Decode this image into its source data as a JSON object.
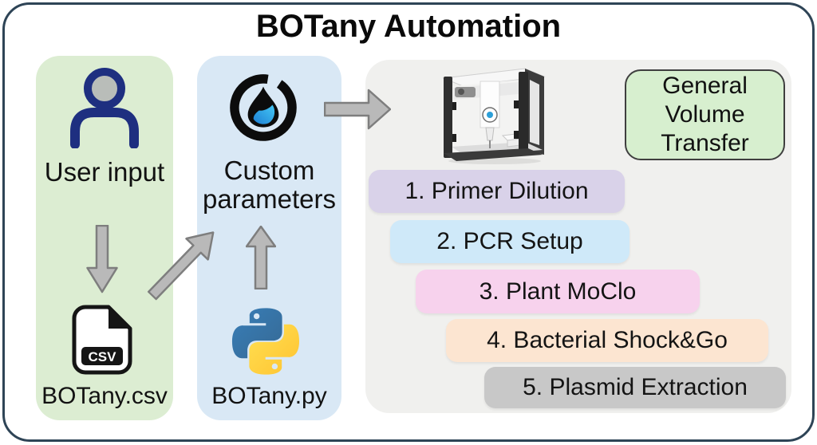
{
  "title": "BOTany Automation",
  "left_panel": {
    "label": "User input",
    "file_label": "BOTany.csv",
    "csv_badge": "CSV"
  },
  "middle_panel": {
    "label": "Custom parameters",
    "file_label": "BOTany.py"
  },
  "right_panel": {
    "badge_label": "General Volume Transfer",
    "steps": [
      "1. Primer Dilution",
      "2. PCR Setup",
      "3. Plant MoClo",
      "4. Bacterial Shock&Go",
      "5. Plasmid Extraction"
    ]
  },
  "colors": {
    "frame_border": "#2e4456",
    "panel_green": "#dcedd2",
    "panel_blue": "#d9e8f5",
    "panel_gray": "#f0f0ee",
    "badge_green": "#d7efcf",
    "step_purple": "#d9d2e9",
    "step_lightblue": "#cfe9f9",
    "step_pink": "#f7d2ed",
    "step_peach": "#fce5d1",
    "step_gray": "#c8c8c8",
    "arrow_gray": "#b9b9b9",
    "person_navy": "#1e2f80",
    "opentrons_blue": "#2bb3e8",
    "python_blue": "#387eb8",
    "python_yellow": "#ffd43b"
  }
}
